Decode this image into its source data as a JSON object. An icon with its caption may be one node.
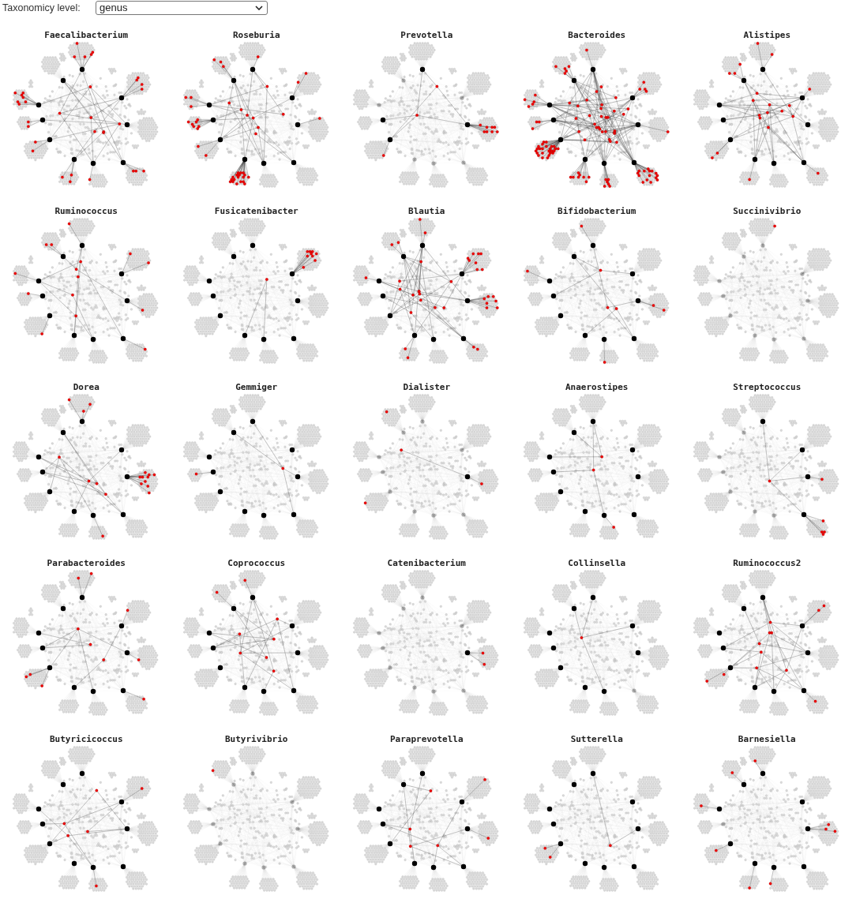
{
  "diagram": {
    "labels": [
      "Taxonomicy level:",
      "genus",
      "Faecalibacterium",
      "Roseburia",
      "Prevotella",
      "Bacteroides",
      "Alistipes",
      "Ruminococcus",
      "Fusicatenibacter",
      "Blautia",
      "Bifidobacterium",
      "Succinivibrio",
      "Dorea",
      "Gemmiger",
      "Dialister",
      "Anaerostipes",
      "Streptococcus",
      "Parabacteroides",
      "Coprococcus",
      "Catenibacterium",
      "Collinsella",
      "Ruminococcus2",
      "Butyricicoccus",
      "Butyrivibrio",
      "Paraprevotella",
      "Sutterella",
      "Barnesiella"
    ]
  }
}
